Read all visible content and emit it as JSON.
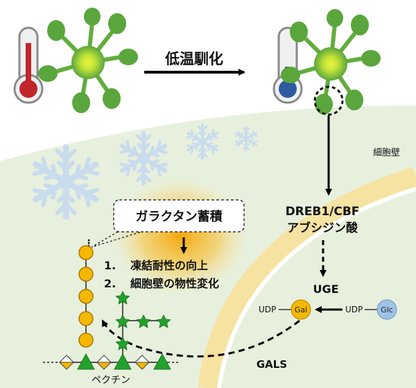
{
  "labels": {
    "cold_acclimation": "低温馴化",
    "cell_wall": "細胞壁",
    "signal_line1": "DREB1/CBF",
    "signal_line2": "アブシジン酸",
    "uge": "UGE",
    "gals": "GALS",
    "galactan_accumulation": "ガラクタン蓄積",
    "effect_1_num": "1.",
    "effect_1_text": "凍結耐性の向上",
    "effect_2_num": "2.",
    "effect_2_text": "細胞壁の物性変化",
    "pectin": "ペクチン",
    "udp_left": "UDP",
    "udp_right": "UDP",
    "gal": "Gal",
    "glc": "Glc"
  },
  "colors": {
    "warm_bulb": "#c0262c",
    "cold_bulb": "#2f5aa0",
    "leaf": "#5aa63c",
    "leaf_center": "#d8ef2c",
    "snow": "#c9dcee",
    "cell_bg": "#e7f0dd",
    "cell_wall_band": "#f6e3a2",
    "galactose": "#f5b800",
    "glucose": "#9dc3e6",
    "star": "#23a12d",
    "glow": "#f5a800"
  },
  "icons": {
    "thermometer_warm": "thermometer-warm-icon",
    "thermometer_cold": "thermometer-cold-icon",
    "plant": "rosette-plant-icon",
    "snowflake": "snowflake-icon"
  }
}
